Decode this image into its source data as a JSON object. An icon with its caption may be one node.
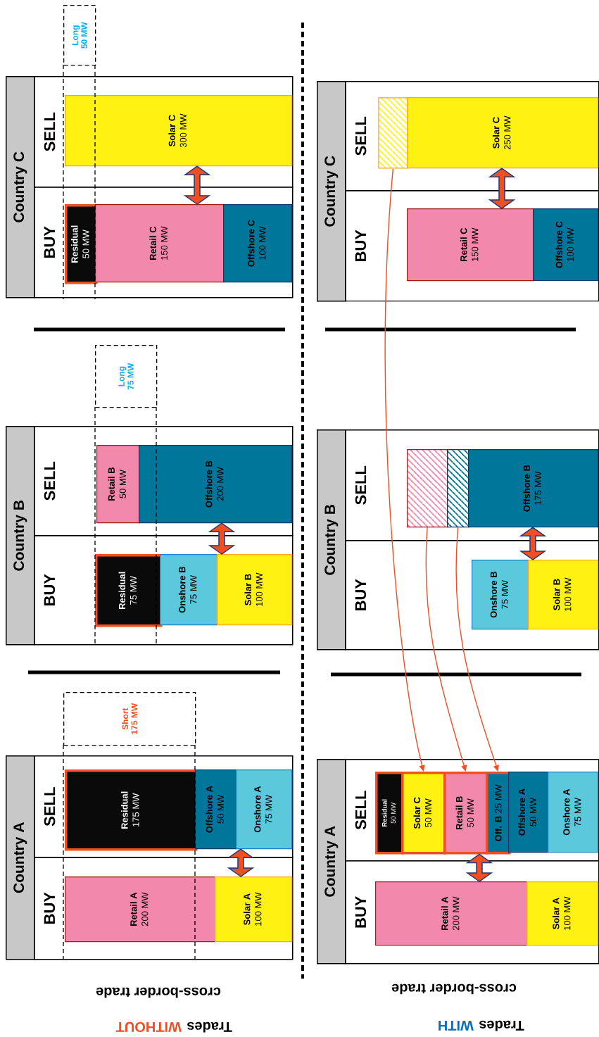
{
  "diagram": {
    "nodes": [
      {
        "text": [
          "Country C"
        ]
      },
      {
        "text": [
          "SELL"
        ]
      },
      {
        "text": [
          "BUY"
        ]
      },
      {
        "text": [
          "Solar C",
          "300 MW"
        ],
        "in": 1
      },
      {
        "text": [
          "Residual",
          "50 MW"
        ],
        "in": 2
      },
      {
        "text": [
          "Retail C",
          "150 MW"
        ],
        "in": 2
      },
      {
        "text": [
          "Offshore C",
          "100 MW"
        ],
        "in": 2
      },
      {
        "text": [
          "Long 50 MW"
        ]
      },
      {
        "text": [
          "Country B"
        ]
      },
      {
        "text": [
          "SELL"
        ]
      },
      {
        "text": [
          "BUY"
        ]
      },
      {
        "text": [
          "Retail B",
          "50 MW"
        ],
        "in": 9
      },
      {
        "text": [
          "Offshore B",
          "200 MW"
        ],
        "in": 9
      },
      {
        "text": [
          "Residual",
          "75 MW"
        ],
        "in": 10
      },
      {
        "text": [
          "Onshore B",
          "75 MW"
        ],
        "in": 10
      },
      {
        "text": [
          "Solar B",
          "100 MW"
        ],
        "in": 10
      },
      {
        "text": [
          "Long 75 MW"
        ]
      },
      {
        "text": [
          "Country A"
        ]
      },
      {
        "text": [
          "SELL"
        ]
      },
      {
        "text": [
          "BUY"
        ]
      },
      {
        "text": [
          "Residual",
          "175 MW"
        ],
        "in": 18
      },
      {
        "text": [
          "Offshore A",
          "50 MW"
        ],
        "in": 18
      },
      {
        "text": [
          "Onshore A",
          "75 MW"
        ],
        "in": 18
      },
      {
        "text": [
          "Retail A",
          "200 MW"
        ],
        "in": 19
      },
      {
        "text": [
          "Solar A",
          "100 MW"
        ],
        "in": 19
      },
      {
        "text": [
          "Short 175 MW"
        ]
      },
      {
        "text": [
          "Country C"
        ]
      },
      {
        "text": [
          "SELL"
        ]
      },
      {
        "text": [
          "BUY"
        ]
      },
      {
        "text": [],
        "shape": "box",
        "in": 27
      },
      {
        "text": [
          "Solar C",
          "250 MW"
        ],
        "in": 27
      },
      {
        "text": [
          "Retail C",
          "150 MW"
        ],
        "in": 28
      },
      {
        "text": [
          "Offshore C",
          "100 MW"
        ],
        "in": 28
      },
      {
        "text": [
          "Country B"
        ]
      },
      {
        "text": [
          "SELL"
        ]
      },
      {
        "text": [
          "BUY"
        ]
      },
      {
        "text": [],
        "shape": "box",
        "in": 34
      },
      {
        "text": [],
        "shape": "box",
        "in": 34
      },
      {
        "text": [
          "Offshore B",
          "175 MW"
        ],
        "in": 34
      },
      {
        "text": [
          "Onshore B",
          "75 MW"
        ],
        "in": 35
      },
      {
        "text": [
          "Solar B",
          "100 MW"
        ],
        "in": 35
      },
      {
        "text": [
          "Country A"
        ]
      },
      {
        "text": [
          "SELL"
        ]
      },
      {
        "text": [
          "BUY"
        ]
      },
      {
        "text": [
          "Residual",
          "50 MW"
        ],
        "in": 42
      },
      {
        "text": [
          "Solar C",
          "50 MW"
        ],
        "in": 42
      },
      {
        "text": [
          "Retail B",
          "50 MW"
        ],
        "in": 42
      },
      {
        "text": [
          "Off. B",
          "25 MW"
        ],
        "in": 42
      },
      {
        "text": [
          "Offshore A",
          "50 MW"
        ],
        "in": 42
      },
      {
        "text": [
          "Onshore A",
          "75 MW"
        ],
        "in": 42
      },
      {
        "text": [
          "Retail A",
          "200 MW"
        ],
        "in": 43
      },
      {
        "text": [
          "Solar A",
          "100 MW"
        ],
        "in": 43
      }
    ],
    "edges": [
      {
        "from": 5,
        "to": 3,
        "arrow": "both",
        "style": "thick"
      },
      {
        "from": 15,
        "to": 12,
        "arrow": "both",
        "style": "thick"
      },
      {
        "from": 24,
        "to": 22,
        "arrow": "both",
        "style": "thick"
      },
      {
        "from": 31,
        "to": 30,
        "arrow": "both",
        "style": "thick"
      },
      {
        "from": 40,
        "to": 38,
        "arrow": "both",
        "style": "thick"
      },
      {
        "from": 50,
        "to": 46,
        "arrow": "both",
        "style": "thick"
      },
      {
        "from": 29,
        "to": 45,
        "arrow": "to"
      },
      {
        "from": 36,
        "to": 46,
        "arrow": "to"
      },
      {
        "from": 37,
        "to": 47,
        "arrow": "to"
      }
    ],
    "labels": [
      "Trades",
      "WITHOUT",
      "cross-border trade",
      "Trades",
      "WITH",
      "cross-border trade"
    ]
  }
}
